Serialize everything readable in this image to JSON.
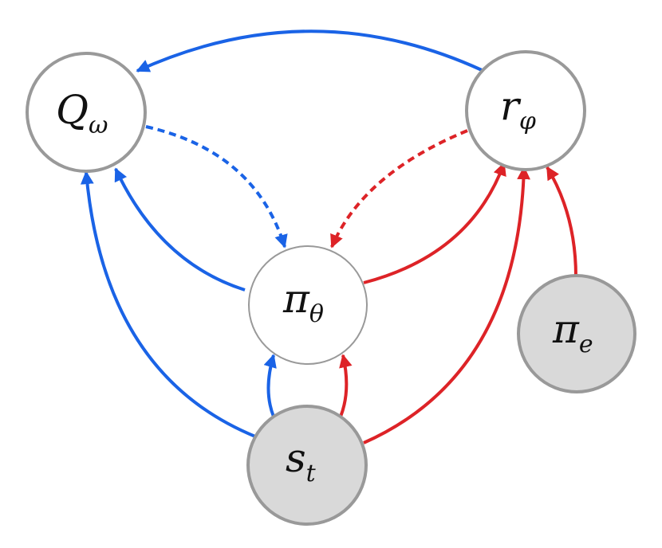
{
  "nodes": {
    "q_omega": {
      "main": "Q",
      "sub": "ω"
    },
    "r_varphi": {
      "main": "r",
      "sub": "φ"
    },
    "pi_theta": {
      "main": "π",
      "sub": "θ"
    },
    "pi_e": {
      "main": "π",
      "sub": "e"
    },
    "s_t": {
      "main": "s",
      "sub": "t"
    }
  },
  "colors": {
    "blue": "#1a63e6",
    "red": "#dd2327",
    "node_border": "#999999",
    "observed_fill": "#d9d9d9",
    "latent_fill": "#ffffff"
  }
}
